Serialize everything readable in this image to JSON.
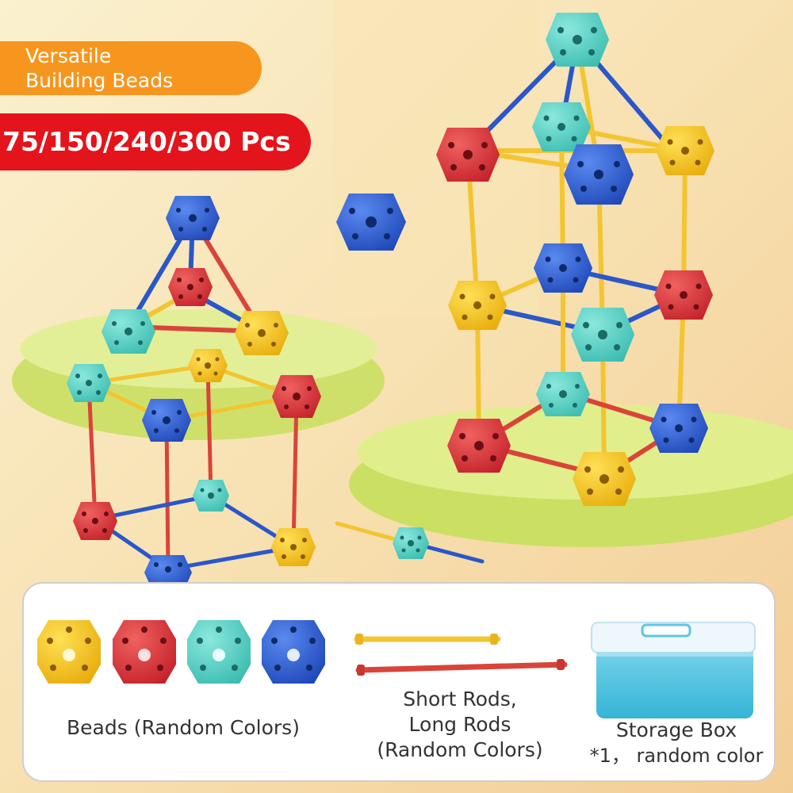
{
  "banners": {
    "feature_line1": "Versatile",
    "feature_line2": "Building Beads",
    "quantity": "75/150/240/300 Pcs"
  },
  "accessories": {
    "beads_caption": "Beads (Random Colors)",
    "rods_caption_line1": "Short Rods,",
    "rods_caption_line2": "Long Rods",
    "rods_caption_line3": "(Random Colors)",
    "box_caption_line1": "Storage Box",
    "box_caption_line2": "*1， random color"
  },
  "colors": {
    "bead_blue": "#2f64d6",
    "bead_red": "#e2373d",
    "bead_yellow": "#f6cc1e",
    "bead_teal": "#5fd4c7",
    "rod_blue": "#2a57c9",
    "rod_red": "#d9443a",
    "rod_yellow": "#f2c531",
    "banner_orange": "#f7961e",
    "banner_red": "#e3141b",
    "box_teal": "#4fc3de"
  }
}
